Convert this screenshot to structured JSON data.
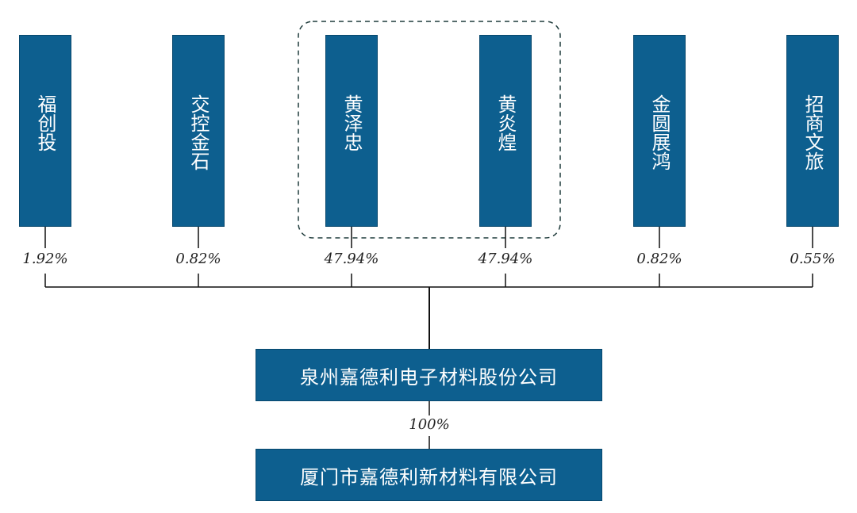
{
  "shareholders": [
    {
      "name": "福创投",
      "pct": "1.92%"
    },
    {
      "name": "交控金石",
      "pct": "0.82%"
    },
    {
      "name": "黄泽忠",
      "pct": "47.94%"
    },
    {
      "name": "黄炎煌",
      "pct": "47.94%"
    },
    {
      "name": "金圆展鸿",
      "pct": "0.82%"
    },
    {
      "name": "招商文旅",
      "pct": "0.55%"
    }
  ],
  "parent_company": "泉州嘉德利电子材料股份公司",
  "subsidiary_pct": "100%",
  "subsidiary_company": "厦门市嘉德利新材料有限公司",
  "colors": {
    "box_fill": "#0d5f8f",
    "line": "#111111",
    "group_border": "#1f3b3b"
  }
}
